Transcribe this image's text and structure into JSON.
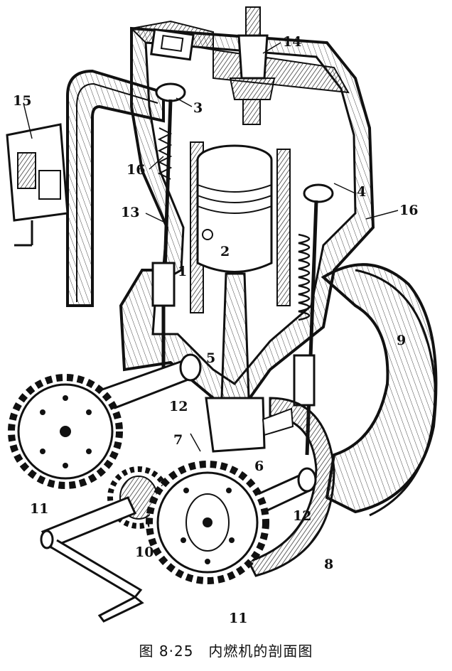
{
  "caption": "图 8·25　内燃机的剖面图",
  "labels": {
    "l1": "1",
    "l2": "2",
    "l3": "3",
    "l4": "4",
    "l5": "5",
    "l6": "6",
    "l7": "7",
    "l8": "8",
    "l9": "9",
    "l10": "10",
    "l11a": "11",
    "l11b": "11",
    "l12a": "12",
    "l12b": "12",
    "l13": "13",
    "l14": "14",
    "l15": "15",
    "l16": "16",
    "l16b": "16"
  }
}
